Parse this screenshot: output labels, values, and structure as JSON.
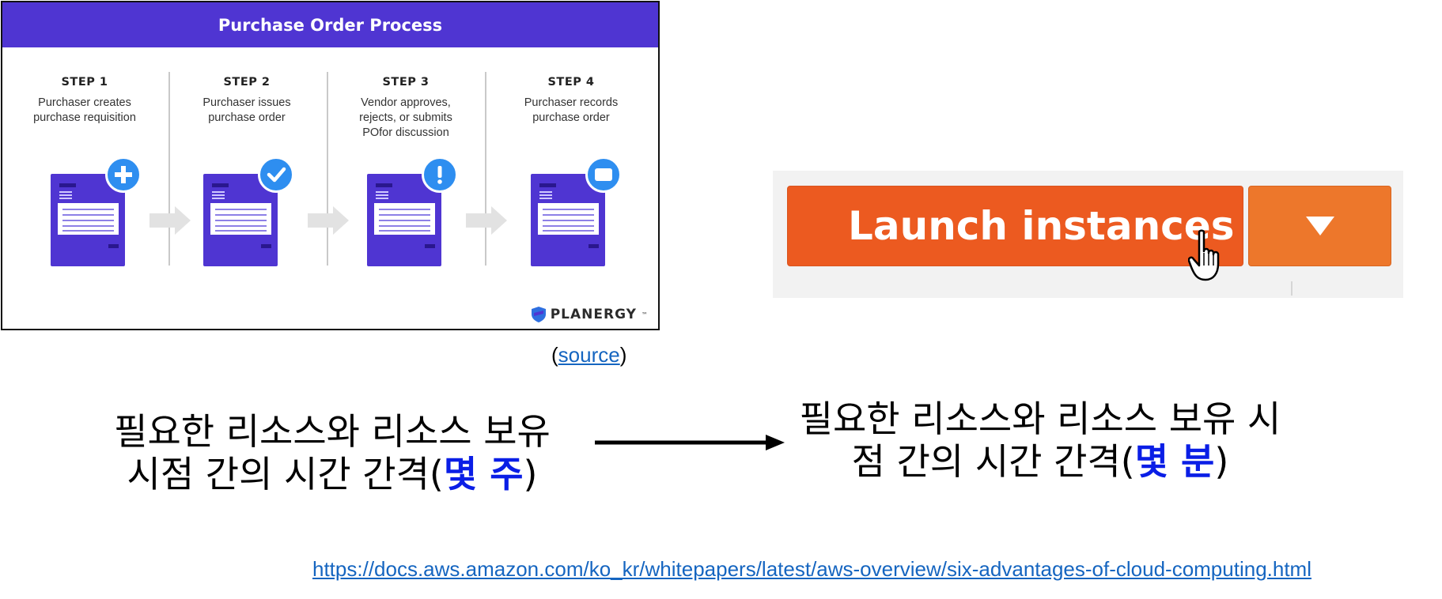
{
  "infographic": {
    "title": "Purchase Order Process",
    "steps": [
      {
        "label": "STEP 1",
        "desc_lines": [
          "Purchaser creates",
          "purchase requisition"
        ],
        "badge": "plus-icon"
      },
      {
        "label": "STEP 2",
        "desc_lines": [
          "Purchaser issues",
          "purchase order"
        ],
        "badge": "check-icon"
      },
      {
        "label": "STEP 3",
        "desc_lines": [
          "Vendor approves,",
          "rejects, or submits",
          "POfor discussion"
        ],
        "badge": "exclamation-icon"
      },
      {
        "label": "STEP 4",
        "desc_lines": [
          "Purchaser records",
          "purchase order"
        ],
        "badge": "card-icon"
      }
    ],
    "brand": "PLANERGY",
    "brand_mark": "™",
    "colors": {
      "header": "#4f35d2",
      "badge": "#2e8ef0"
    }
  },
  "source": {
    "open": "(",
    "link_text": "source",
    "close": ")"
  },
  "launch": {
    "button_label": "Launch instances",
    "dropdown_icon": "caret-down-icon",
    "colors": {
      "primary": "#ec5a20",
      "dropdown": "#ed772b"
    }
  },
  "comparison": {
    "left": {
      "line1": "필요한 리소스와 리소스 보유",
      "line2_prefix": "시점 간의 시간 간격(",
      "highlight": "몇 주",
      "suffix": ")"
    },
    "right": {
      "line1": "필요한 리소스와 리소스 보유 시",
      "line2_prefix": "점 간의 시간 간격(",
      "highlight": "몇 분",
      "suffix": ")"
    },
    "highlight_color": "#0a1ee6"
  },
  "reference_url": "https://docs.aws.amazon.com/ko_kr/whitepapers/latest/aws-overview/six-advantages-of-cloud-computing.html"
}
